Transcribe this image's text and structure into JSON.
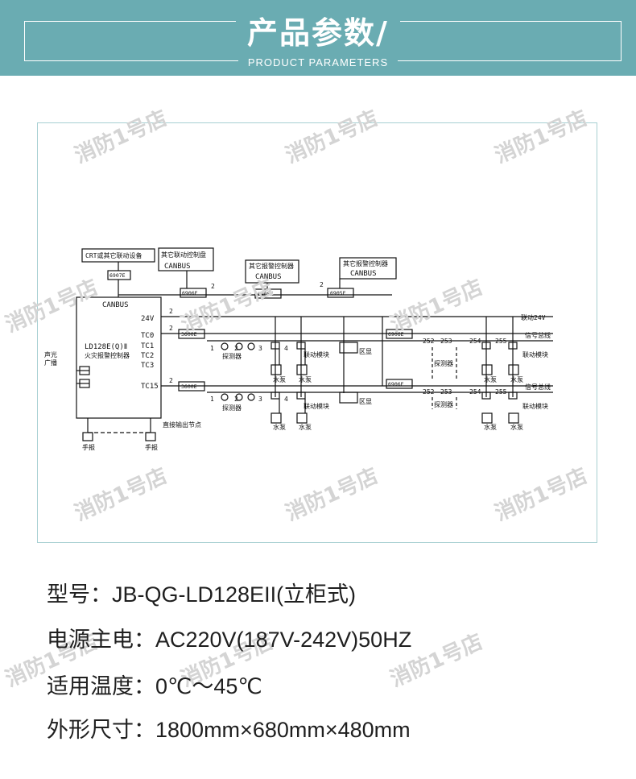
{
  "header": {
    "title": "产品参数/",
    "subtitle": "PRODUCT PARAMETERS",
    "bg_color": "#6aacb2"
  },
  "watermark": "消防1号店",
  "diagram": {
    "crt_box": "CRT或其它联动设备",
    "panel_box": "其它联动控制盘",
    "alarm_box_1_title": "其它报警控制器",
    "alarm_box_1_bus": "CANBUS",
    "alarm_box_2_title": "其它报警控制器",
    "alarm_box_2_bus": "CANBUS",
    "panel_canbus": "CANBUS",
    "panel_model": "LD128E(Q)Ⅱ",
    "panel_name": "火灾报警控制器",
    "v24": "24V",
    "tc0": "TC0",
    "tc1": "TC1",
    "tc2": "TC2",
    "tc3": "TC3",
    "tc15": "TC15",
    "mod_6907": "6907E",
    "mod_6906_a": "6906E",
    "mod_6905_a": "6905E",
    "mod_6905_b": "6905E",
    "mod_3600_a": "3600E",
    "mod_3600_b": "3600E",
    "mod_6906_b": "6906E",
    "mod_6906_c": "6906E",
    "linkage_24v": "联动24V",
    "signal_bus_1": "信号总线",
    "signal_bus_2": "信号总线",
    "detector": "探测器",
    "linkage_device": "联动模块",
    "zone_display": "区显",
    "pump": "水泵",
    "manual": "手报",
    "fire_bell": "声光",
    "broadcast": "广播",
    "direct_output": "直接输出节点",
    "n1": "1",
    "n2": "2",
    "n3": "3",
    "n4": "4",
    "n252": "252",
    "n253": "253",
    "n254": "254",
    "n255": "255",
    "wire_2": "2"
  },
  "specs": [
    {
      "label": "型号：",
      "value": "JB-QG-LD128EII(立柜式)"
    },
    {
      "label": "电源主电：",
      "value": "AC220V(187V-242V)50HZ"
    },
    {
      "label": "适用温度：",
      "value": "0℃～45℃"
    },
    {
      "label": "外形尺寸：",
      "value": "1800mm×680mm×480mm"
    }
  ]
}
